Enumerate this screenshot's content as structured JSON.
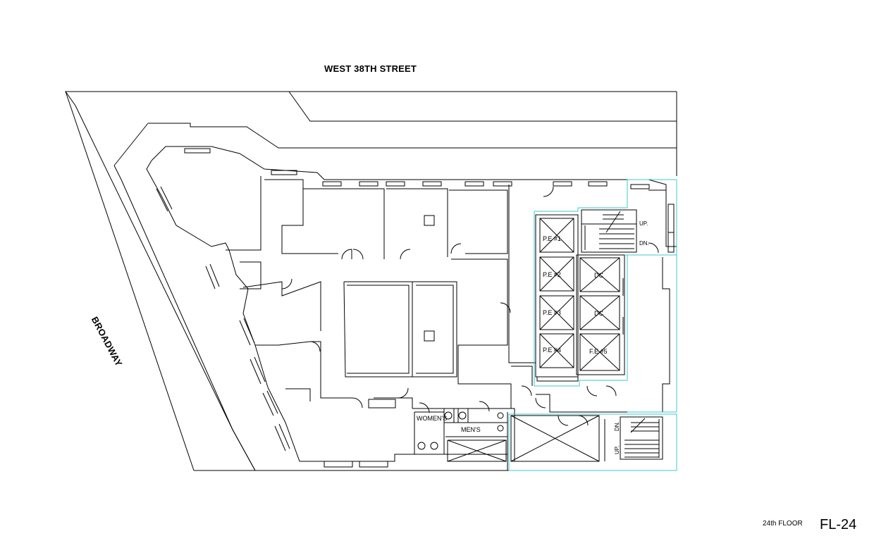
{
  "streets": {
    "top": "WEST 38TH STREET",
    "left": "BROADWAY"
  },
  "rooms": {
    "womens": "WOMEN'S",
    "mens": "MEN'S"
  },
  "elevators": {
    "pe1": "P.E #1",
    "pe2": "P.E #2",
    "pe3": "P.E #3",
    "pe4": "P.E #4",
    "dc1": "DC",
    "dc2": "DC",
    "fe5": "F.E #5"
  },
  "stairs": {
    "north_up": "UP.",
    "north_dn": "DN.",
    "south_dn": "DN.",
    "south_up": "UP."
  },
  "titleblock": {
    "floor": "24th FLOOR",
    "sheet": "FL-24"
  },
  "colors": {
    "line": "#000000",
    "highlight": "#3ec9d6"
  }
}
